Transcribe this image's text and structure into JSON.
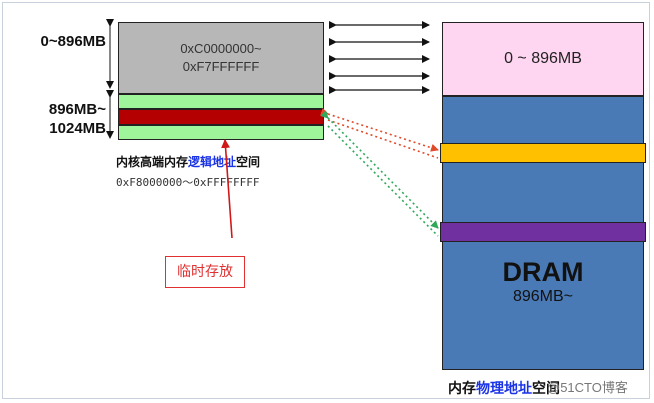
{
  "left_labels": {
    "top": "0~896MB",
    "high_line1": "896MB~",
    "high_line2": "1024MB"
  },
  "virtual_block": {
    "range_line1": "0xC0000000~",
    "range_line2": "0xF7FFFFFF"
  },
  "kernel_high_caption": {
    "prefix": "内核高端内存",
    "highlight": "逻辑地址",
    "suffix": "空间",
    "range": "0xF8000000～0xFFFFFFFF"
  },
  "physical_block": {
    "low_label": "0 ~ 896MB",
    "dram_title": "DRAM",
    "dram_sub": "896MB~"
  },
  "physical_caption": {
    "prefix": "内存",
    "highlight": "物理地址",
    "suffix": "空间"
  },
  "annotation": {
    "label": "临时存放"
  },
  "watermark": "@51CTO博客",
  "colors": {
    "gray": "#b7b7b7",
    "light_green": "#9ff59a",
    "dark_red": "#b40000",
    "pink": "#ffd6f1",
    "blue": "#4a7ab5",
    "orange": "#ffc000",
    "purple": "#7030a0",
    "highlight_text": "#1b33e6",
    "annotation_red": "#e03030"
  }
}
